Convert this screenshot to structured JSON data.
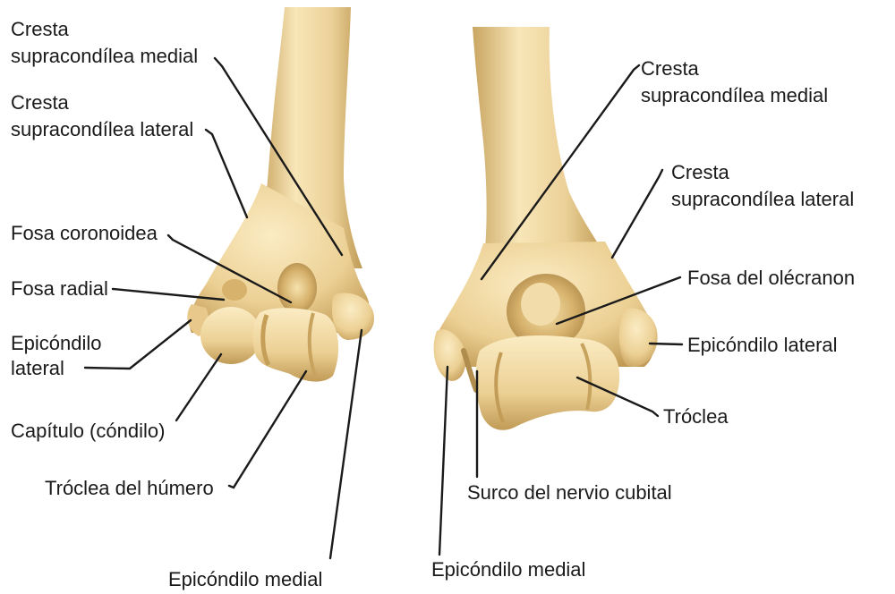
{
  "colors": {
    "bone_base": "#efd49b",
    "bone_light": "#fbecc4",
    "bone_shadow": "#c8a460",
    "bone_deep": "#a98446",
    "line": "#1a1a1a",
    "text": "#1a1a1a"
  },
  "anterior_view": {
    "labels": [
      {
        "id": "cresta-medial",
        "lines": [
          "Cresta",
          "supracondílea medial"
        ]
      },
      {
        "id": "cresta-lateral",
        "lines": [
          "Cresta",
          "supracondílea lateral"
        ]
      },
      {
        "id": "fosa-coronoidea",
        "lines": [
          "Fosa coronoidea"
        ]
      },
      {
        "id": "fosa-radial",
        "lines": [
          "Fosa radial"
        ]
      },
      {
        "id": "epicondilo-lateral",
        "lines": [
          "Epicóndilo",
          "lateral"
        ]
      },
      {
        "id": "capitulo",
        "lines": [
          "Capítulo (cóndilo)"
        ]
      },
      {
        "id": "troclea-humero",
        "lines": [
          "Tróclea del húmero"
        ]
      },
      {
        "id": "epicondilo-medial",
        "lines": [
          "Epicóndilo medial"
        ]
      }
    ]
  },
  "posterior_view": {
    "labels": [
      {
        "id": "cresta-medial",
        "lines": [
          "Cresta",
          "supracondílea medial"
        ]
      },
      {
        "id": "cresta-lateral",
        "lines": [
          "Cresta",
          "supracondílea lateral"
        ]
      },
      {
        "id": "fosa-olecranon",
        "lines": [
          "Fosa del olécranon"
        ]
      },
      {
        "id": "epicondilo-lateral",
        "lines": [
          "Epicóndilo lateral"
        ]
      },
      {
        "id": "troclea",
        "lines": [
          "Tróclea"
        ]
      },
      {
        "id": "surco-nervio-cubital",
        "lines": [
          "Surco del nervio cubital"
        ]
      },
      {
        "id": "epicondilo-medial",
        "lines": [
          "Epicóndilo medial"
        ]
      }
    ]
  }
}
